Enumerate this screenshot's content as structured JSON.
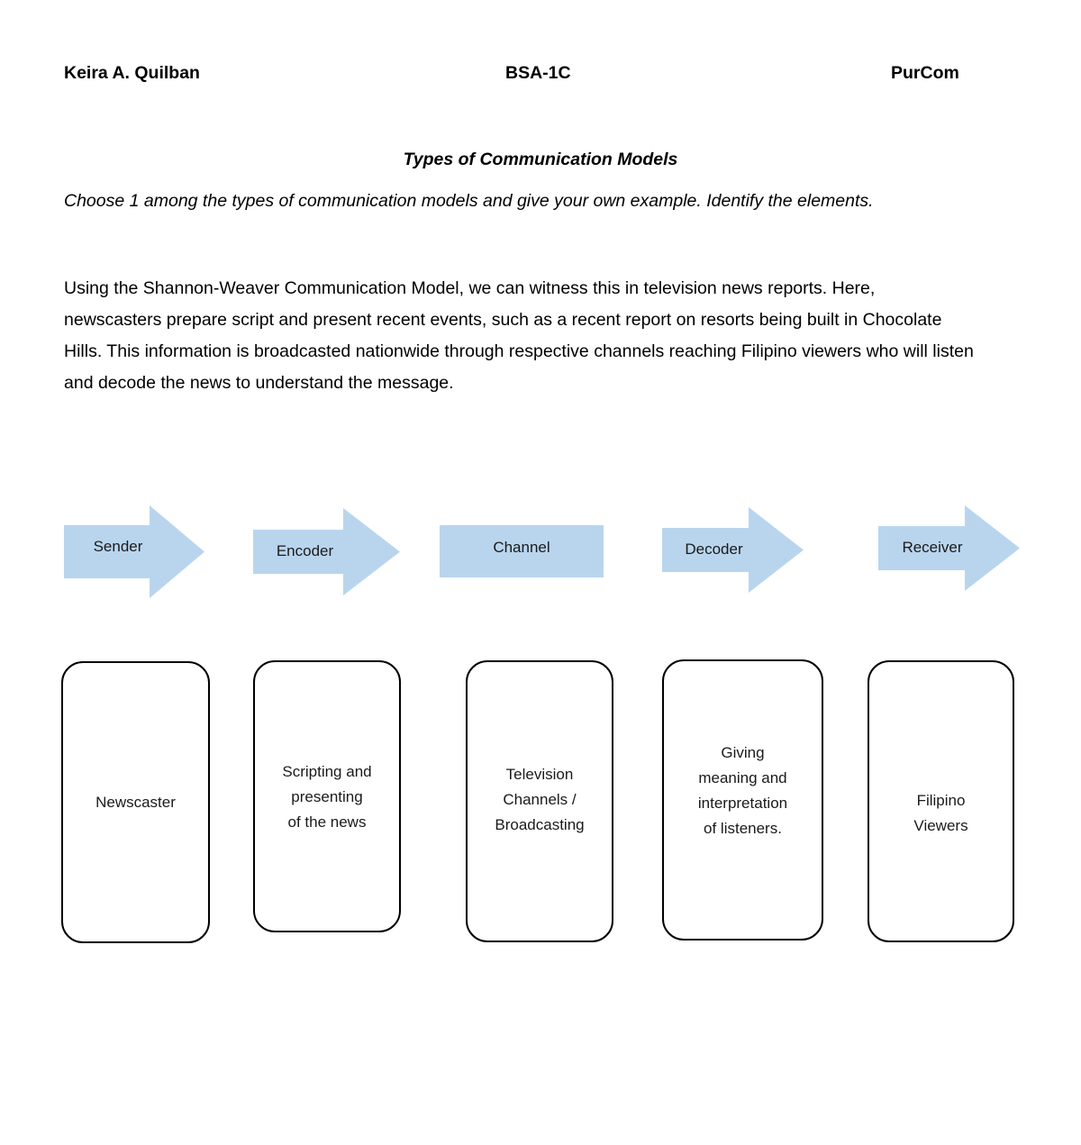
{
  "header": {
    "student_name": "Keira A. Quilban",
    "section": "BSA-1C",
    "subject": "PurCom"
  },
  "title": "Types of Communication Models",
  "instruction": "Choose 1 among the types of communication models and give your own example. Identify the elements.",
  "body_paragraph": "Using the Shannon-Weaver Communication Model, we can witness this in television news reports. Here, newscasters prepare script and present recent events, such as a recent report on resorts being built in Chocolate Hills. This information is broadcasted nationwide through respective channels reaching Filipino viewers who will listen and decode the news to understand the message.",
  "colors": {
    "arrow_fill": "#b9d5ee",
    "box_border": "#000000",
    "text": "#000000",
    "page_background": "#ffffff"
  },
  "diagram": {
    "type": "shannon-weaver-communication-model",
    "flow_shapes": [
      {
        "label": "Sender",
        "shape": "arrow-right"
      },
      {
        "label": "Encoder",
        "shape": "arrow-right"
      },
      {
        "label": "Channel",
        "shape": "rectangle"
      },
      {
        "label": "Decoder",
        "shape": "arrow-right"
      },
      {
        "label": "Receiver",
        "shape": "arrow-right"
      }
    ],
    "element_boxes": [
      {
        "text": "Newscaster"
      },
      {
        "text": "Scripting and\npresenting\nof the news"
      },
      {
        "text": "Television\nChannels /\nBroadcasting"
      },
      {
        "text": "Giving\nmeaning and\ninterpretation\nof listeners."
      },
      {
        "text": "Filipino\nViewers"
      }
    ]
  }
}
